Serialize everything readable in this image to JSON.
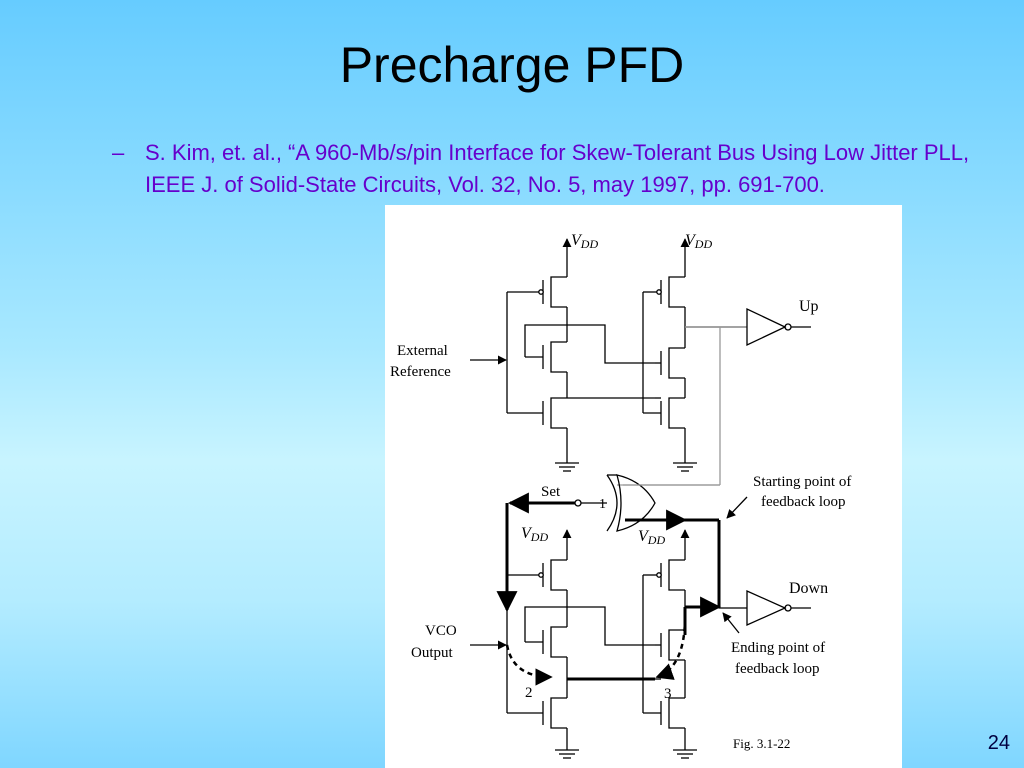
{
  "slide": {
    "title": "Precharge PFD",
    "reference_dash": "–",
    "reference": "S. Kim, et. al., “A 960-Mb/s/pin Interface for Skew-Tolerant Bus Using Low Jitter PLL, IEEE J. of Solid-State Circuits, Vol. 32, No. 5, may 1997, pp. 691-700.",
    "page_number": "24"
  },
  "figure": {
    "vdd_v": "V",
    "vdd_sub": "DD",
    "external_reference_line1": "External",
    "external_reference_line2": "Reference",
    "up": "Up",
    "down": "Down",
    "set": "Set",
    "gate_number": "1",
    "node_2": "2",
    "node_3": "3",
    "vco_line1": "VCO",
    "vco_line2": "Output",
    "starting_line1": "Starting point of",
    "starting_line2": "feedback loop",
    "ending_line1": "Ending point of",
    "ending_line2": "feedback loop",
    "caption": "Fig. 3.1-22"
  }
}
